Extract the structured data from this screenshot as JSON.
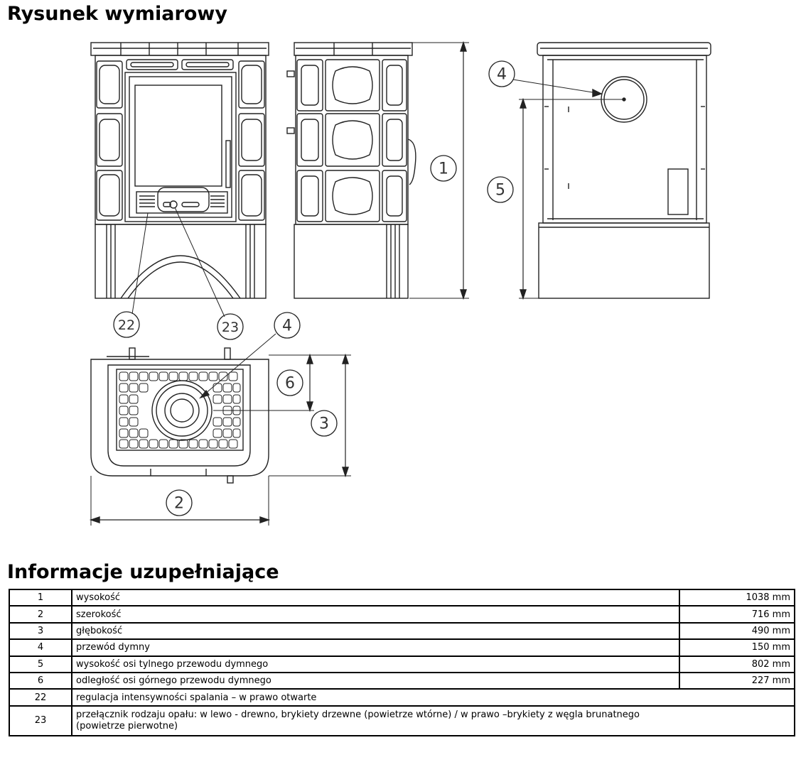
{
  "headings": {
    "drawing": "Rysunek wymiarowy",
    "info": "Informacje uzupełniające"
  },
  "callouts": {
    "c1": "1",
    "c2": "2",
    "c3": "3",
    "c4": "4",
    "c5": "5",
    "c6": "6",
    "c22": "22",
    "c23": "23"
  },
  "table": {
    "rows": [
      {
        "num": "1",
        "desc": "wysokość",
        "value": "1038 mm"
      },
      {
        "num": "2",
        "desc": "szerokość",
        "value": "716 mm"
      },
      {
        "num": "3",
        "desc": "głębokość",
        "value": "490 mm"
      },
      {
        "num": "4",
        "desc": "przewód dymny",
        "value": "150 mm"
      },
      {
        "num": "5",
        "desc": "wysokość osi tylnego przewodu dymnego",
        "value": "802 mm"
      },
      {
        "num": "6",
        "desc": "odległość osi górnego przewodu dymnego",
        "value": "227 mm"
      },
      {
        "num": "22",
        "desc": "regulacja intensywności spalania – w prawo otwarte",
        "value": ""
      },
      {
        "num": "23",
        "desc": "przełącznik rodzaju opału: w lewo - drewno, brykiety drzewne (powietrze wtórne) / w prawo –brykiety z węgla brunatnego (powietrze pierwotne)",
        "value": ""
      }
    ]
  }
}
